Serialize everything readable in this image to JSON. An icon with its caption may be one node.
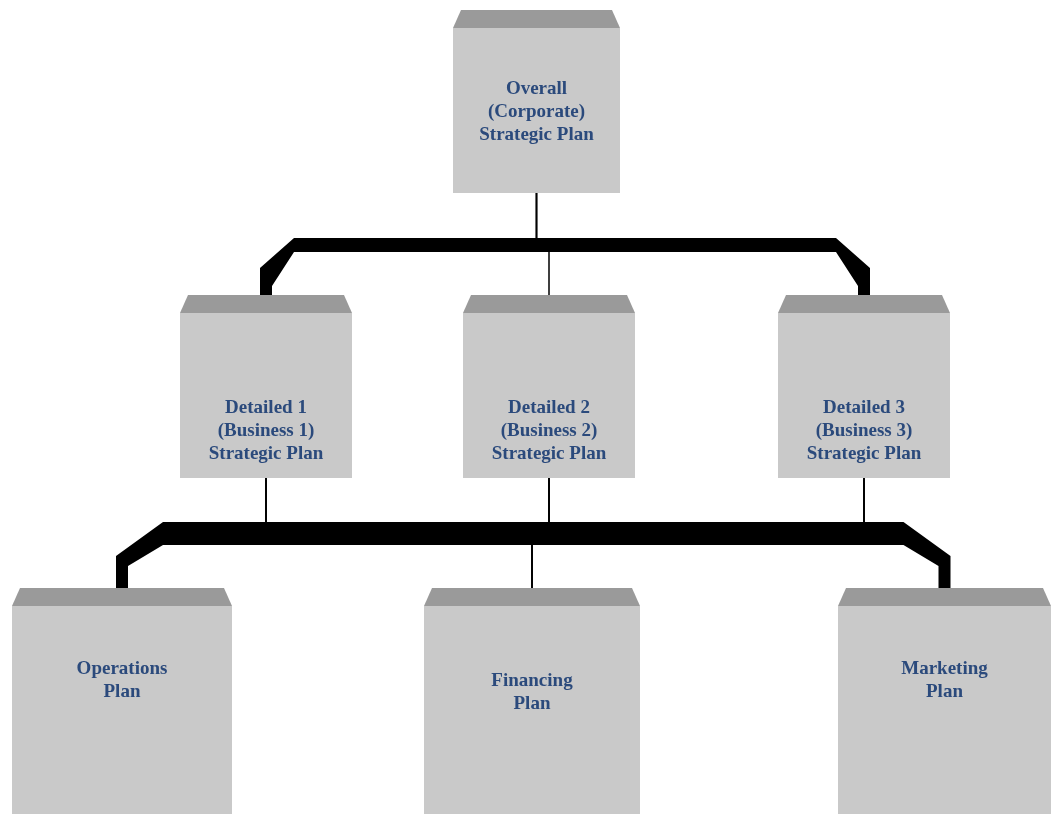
{
  "diagram": {
    "nodes": [
      {
        "text": [
          "Overall (Corporate) Strategic Plan"
        ]
      },
      {
        "text": [
          "Detailed 1 (Business 1) Strategic Plan"
        ]
      },
      {
        "text": [
          "Detailed 2 (Business 2) Strategic Plan"
        ]
      },
      {
        "text": [
          "Detailed 3 (Business 3) Strategic Plan"
        ]
      },
      {
        "text": [
          "Operations Plan"
        ]
      },
      {
        "text": [
          "Financing Plan"
        ]
      },
      {
        "text": [
          "Marketing Plan"
        ]
      }
    ],
    "edges": [
      {
        "from": 0,
        "to": 1,
        "arrow": "none"
      },
      {
        "from": 0,
        "to": 2,
        "arrow": "none"
      },
      {
        "from": 0,
        "to": 3,
        "arrow": "none"
      },
      {
        "from": 1,
        "to": 4,
        "arrow": "none"
      },
      {
        "from": 1,
        "to": 5,
        "arrow": "none"
      },
      {
        "from": 1,
        "to": 6,
        "arrow": "none"
      },
      {
        "from": 2,
        "to": 4,
        "arrow": "none"
      },
      {
        "from": 2,
        "to": 5,
        "arrow": "none"
      },
      {
        "from": 2,
        "to": 6,
        "arrow": "none"
      },
      {
        "from": 3,
        "to": 4,
        "arrow": "none"
      },
      {
        "from": 3,
        "to": 5,
        "arrow": "none"
      },
      {
        "from": 3,
        "to": 6,
        "arrow": "none"
      }
    ]
  }
}
